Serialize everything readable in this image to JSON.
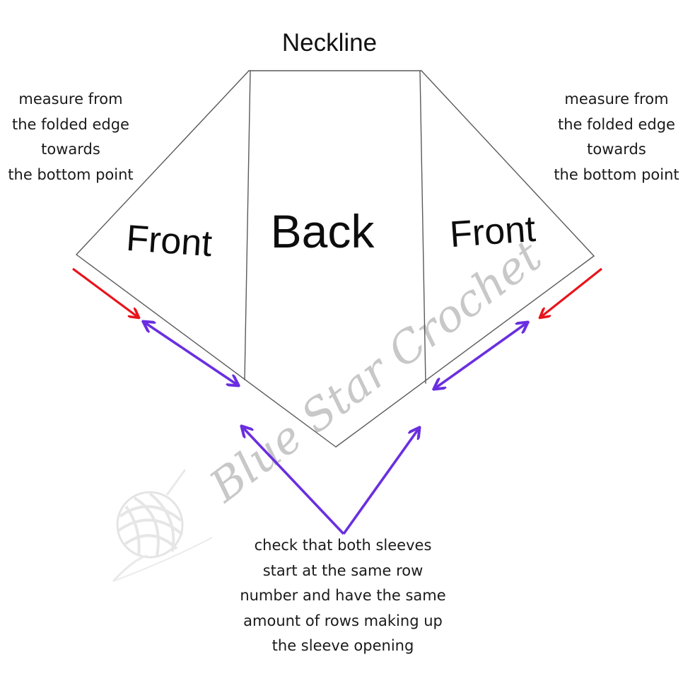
{
  "title": "Neckline",
  "panels": {
    "front_left": "Front",
    "back": "Back",
    "front_right": "Front"
  },
  "notes": {
    "left": [
      "measure from",
      "the folded edge",
      "towards",
      "the bottom point"
    ],
    "right": [
      "measure from",
      "the folded edge",
      "towards",
      "the bottom point"
    ],
    "bottom": [
      "check that both sleeves",
      "start at the same row",
      "number and have the same",
      "amount of rows making up",
      "the sleeve opening"
    ]
  },
  "watermark": "Blue Star Crochet",
  "colors": {
    "outline": "#5a5a5a",
    "red_arrow": "#e8141c",
    "purple_arrow": "#6a2ee0",
    "watermark": "#c8c8c8"
  }
}
